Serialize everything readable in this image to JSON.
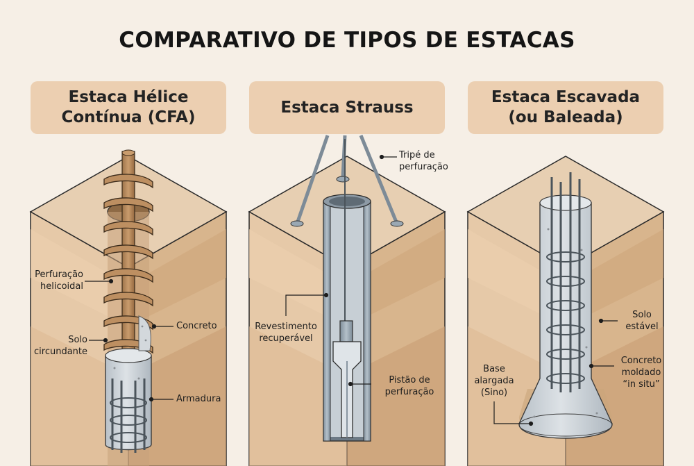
{
  "title": "COMPARATIVO DE TIPOS DE ESTACAS",
  "panels": [
    {
      "heading": "Estaca Hélice\nContínua (CFA)",
      "labels": {
        "drilling": "Perfuração\nhelicoidal",
        "soil": "Solo\ncircundante",
        "concrete": "Concreto",
        "rebar": "Armadura"
      }
    },
    {
      "heading": "Estaca Strauss",
      "labels": {
        "tripod": "Tripé de\nperfuração",
        "casing": "Revestimento\nrecuperável",
        "piston": "Pistão de\nperfuração"
      }
    },
    {
      "heading": "Estaca Escavada\n(ou Baleada)",
      "labels": {
        "stable_soil": "Solo\nestável",
        "cast_concrete": "Concreto\nmoldado\n“in situ”",
        "bell_base": "Base\nalargada\n(Sino)"
      }
    }
  ],
  "colors": {
    "background": "#f6efe6",
    "header_fill": "#eccfb1",
    "soil_top": "#e7cfb2",
    "soil_layer_1": "#ecd2b4",
    "soil_layer_2": "#e2c19c",
    "soil_layer_3": "#d6b289",
    "soil_side_dark": "#c9a27a",
    "auger": "#b88a5d",
    "concrete": "#cdd3d8",
    "steel": "#5c666e",
    "casing": "#9aa8b3"
  }
}
